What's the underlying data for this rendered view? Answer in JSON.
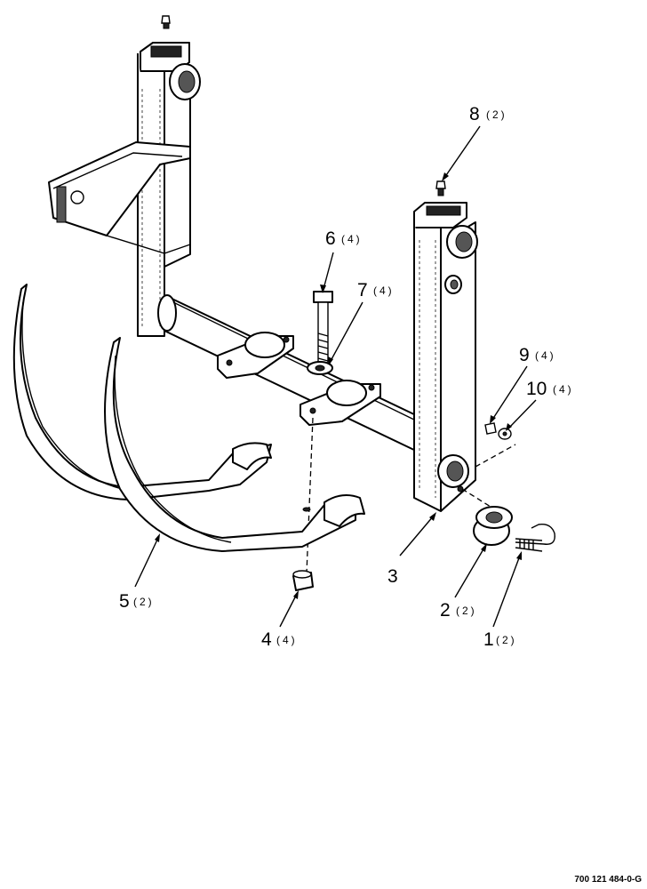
{
  "callouts": [
    {
      "number": "1",
      "quantity": "(2)"
    },
    {
      "number": "2",
      "quantity": "(2)"
    },
    {
      "number": "3",
      "quantity": ""
    },
    {
      "number": "4",
      "quantity": "(4)"
    },
    {
      "number": "5",
      "quantity": "(2)"
    },
    {
      "number": "6",
      "quantity": "(4)"
    },
    {
      "number": "7",
      "quantity": "(4)"
    },
    {
      "number": "8",
      "quantity": "(2)"
    },
    {
      "number": "9",
      "quantity": "(4)"
    },
    {
      "number": "10",
      "quantity": "(4)"
    }
  ],
  "figure_number": "700 121 484-0-G"
}
